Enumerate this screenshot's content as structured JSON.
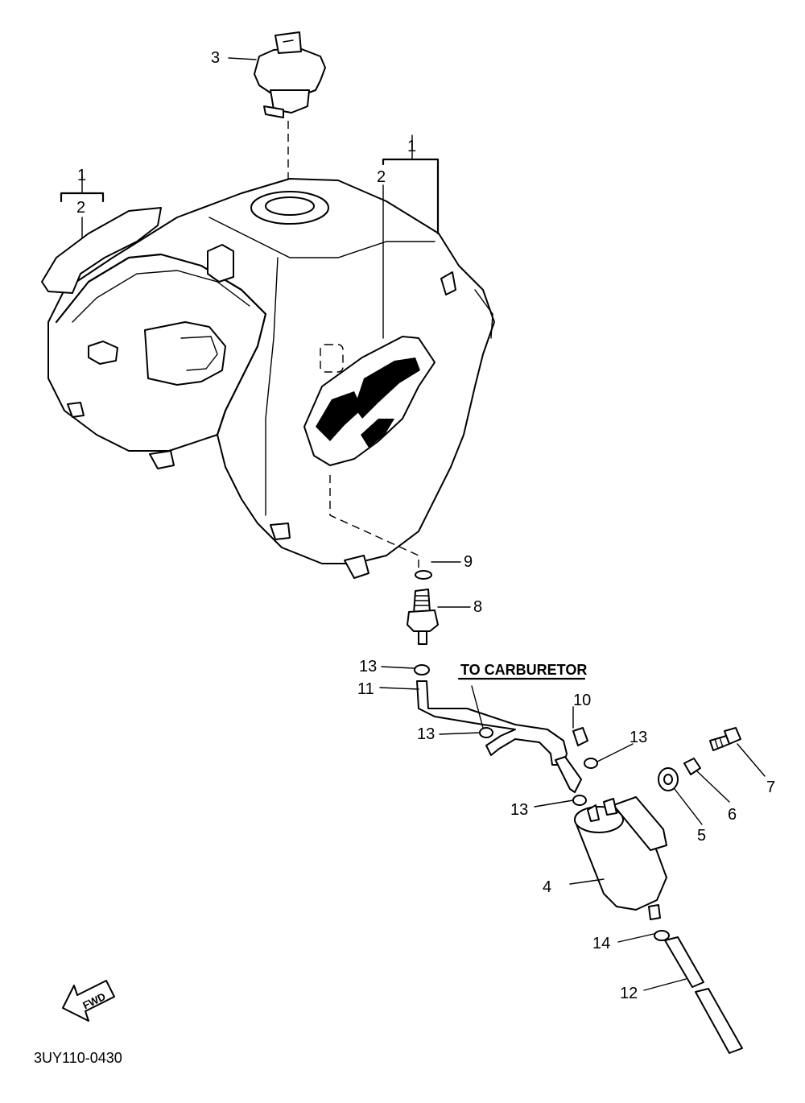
{
  "diagram": {
    "code": "3UY110-0430",
    "note_to_carburetor": "TO CARBURETOR",
    "fwd_label": "FWD",
    "group_label_top": "1",
    "group_label_sub": "2",
    "callouts": {
      "c1_left": "1",
      "c2_left": "2",
      "c1_right": "1",
      "c2_right": "2",
      "c3": "3",
      "c4": "4",
      "c5": "5",
      "c6": "6",
      "c7": "7",
      "c8": "8",
      "c9": "9",
      "c10": "10",
      "c11": "11",
      "c12": "12",
      "c13a": "13",
      "c13b": "13",
      "c13c": "13",
      "c13d": "13",
      "c14": "14"
    }
  }
}
